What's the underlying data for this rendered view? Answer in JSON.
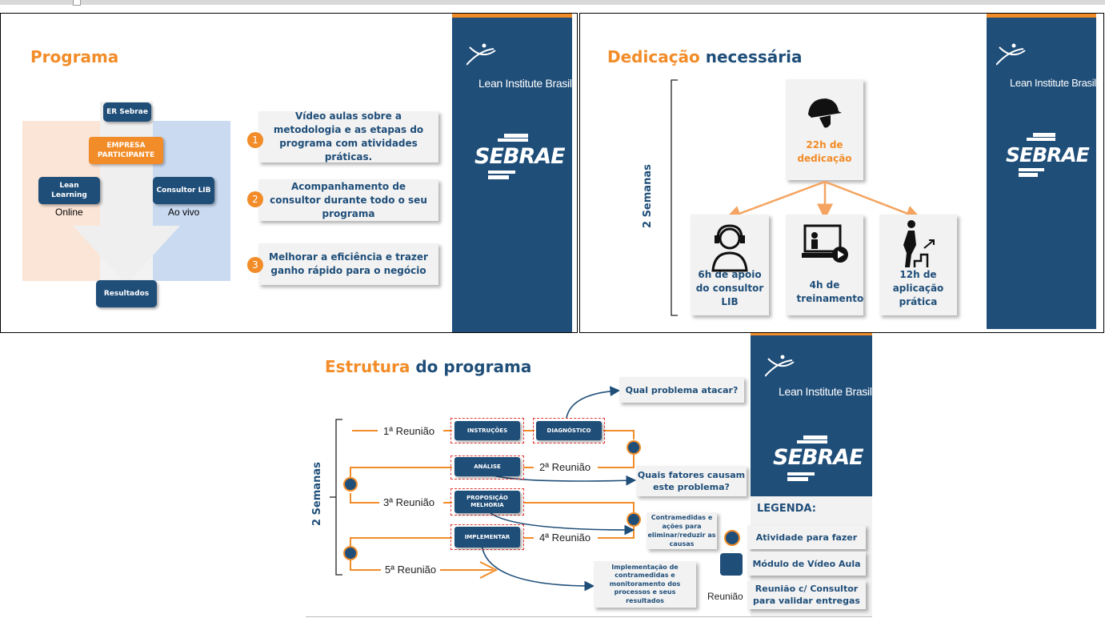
{
  "slide1": {
    "title": "Programa",
    "er_sebrae": "ER Sebrae",
    "empresa": "EMPRESA PARTICIPANTE",
    "lean_learning": "Lean Learning",
    "online": "Online",
    "consultor": "Consultor LIB",
    "ao_vivo": "Ao vivo",
    "resultados": "Resultados",
    "items": [
      {
        "num": "1",
        "text": "Vídeo aulas sobre a metodologia e as etapas do programa com atividades práticas."
      },
      {
        "num": "2",
        "text": "Acompanhamento de consultor durante todo o seu programa"
      },
      {
        "num": "3",
        "text": "Melhorar a eficiência e trazer ganho rápido para o negócio"
      }
    ]
  },
  "slide2": {
    "title_a": "Dedicação",
    "title_b": "necessária",
    "semanas": "2 Semanas",
    "center": "22h de dedicação",
    "boxes": [
      "6h de apoio do consultor LIB",
      "4h de treinamento",
      "12h de aplicação prática"
    ]
  },
  "slide3": {
    "title_a": "Estrutura",
    "title_b": "do programa",
    "semanas": "2 Semanas",
    "meetings": [
      "1ª Reunião",
      "2ª Reunião",
      "3ª Reunião",
      "4ª Reunião",
      "5ª Reunião"
    ],
    "steps": [
      "INSTRUÇÕES",
      "DIAGNÓSTICO",
      "ANÁLISE",
      "PROPOSIÇÃO MELHORIA",
      "IMPLEMENTAR"
    ],
    "callouts": [
      "Qual problema atacar?",
      "Quais fatores causam este problema?",
      "Contramedidas e ações para eliminar/reduzir as causas",
      "Implementação de contramedidas e monitoramento dos processos e seus resultados"
    ],
    "legend_title": "LEGENDA:",
    "legend": [
      "Atividade para fazer",
      "Módulo de Vídeo Aula",
      "Reunião c/ Consultor para validar entregas"
    ],
    "legend_reuniao": "Reunião"
  },
  "brand": {
    "lib": "Lean Institute Brasil",
    "sebrae": "SEBRAE"
  },
  "colors": {
    "navy": "#1f4e79",
    "orange": "#f28c28",
    "dashed_red": "#e53935"
  }
}
